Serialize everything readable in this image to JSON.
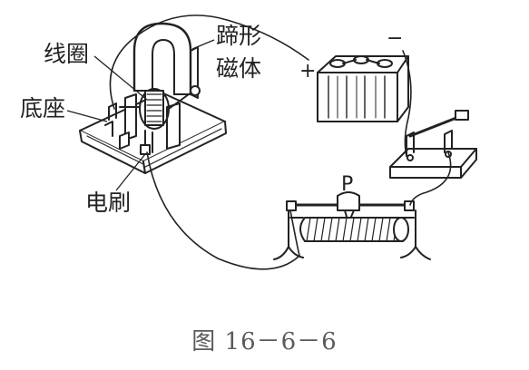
{
  "labels": {
    "coil": "线圈",
    "magnet_line1": "蹄形",
    "magnet_line2": "磁体",
    "base": "底座",
    "brush": "电刷",
    "slider": "P",
    "plus": "+",
    "minus": "−"
  },
  "caption": "图 16－6－6",
  "colors": {
    "ink": "#222222",
    "caption": "#5a5a5a",
    "background": "#ffffff"
  }
}
